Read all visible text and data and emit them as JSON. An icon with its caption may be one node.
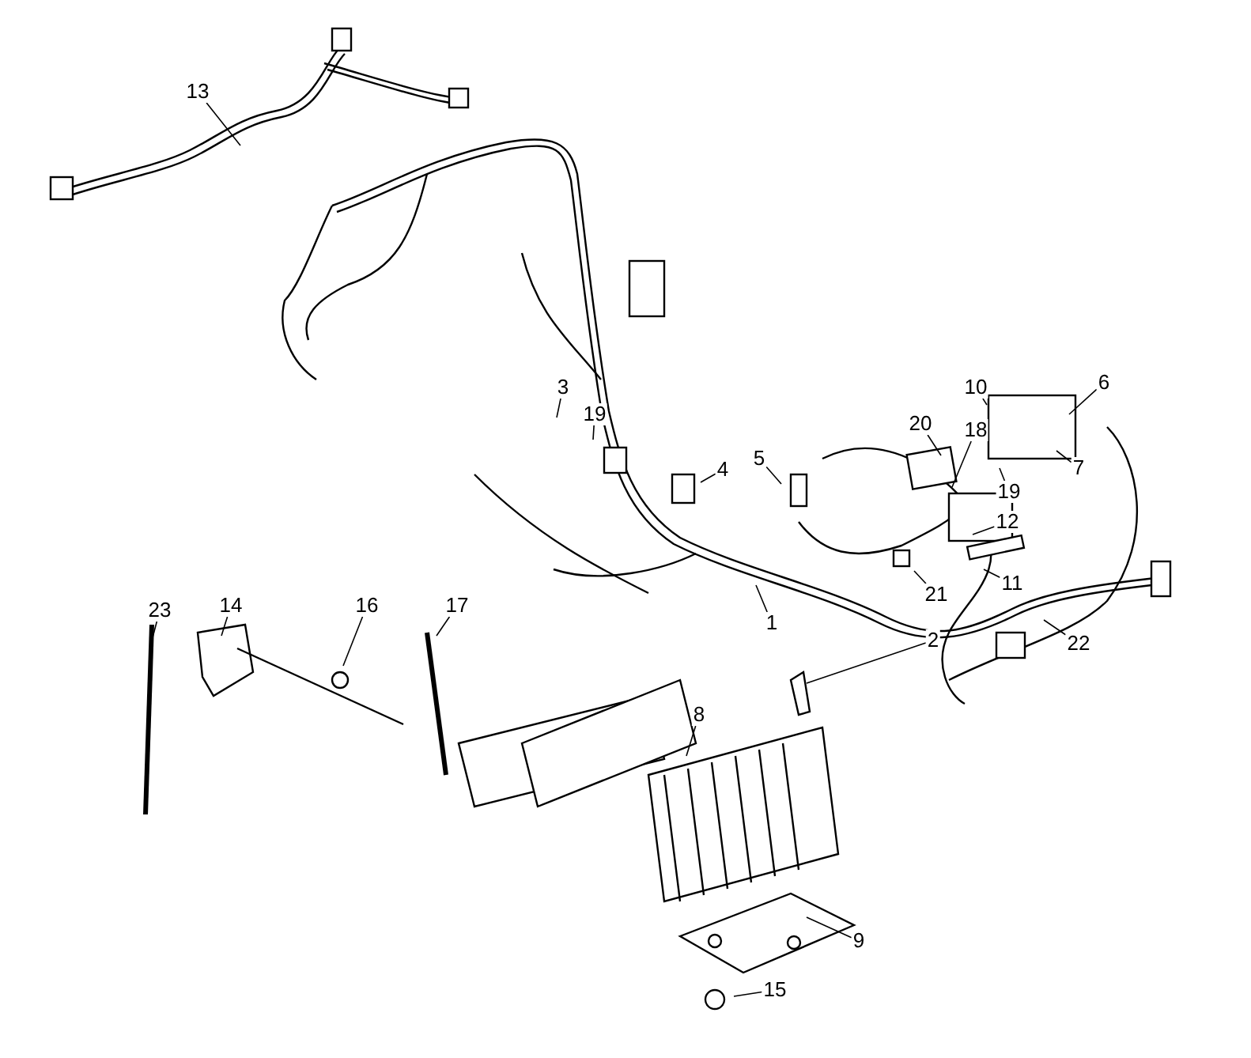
{
  "diagram": {
    "nodes": [
      {
        "text": [
          "13"
        ]
      },
      {
        "text": [
          "3"
        ]
      },
      {
        "text": [
          "19"
        ]
      },
      {
        "text": [
          "4"
        ]
      },
      {
        "text": [
          "5"
        ]
      },
      {
        "text": [
          "20"
        ]
      },
      {
        "text": [
          "18"
        ]
      },
      {
        "text": [
          "10"
        ]
      },
      {
        "text": [
          "6"
        ]
      },
      {
        "text": [
          "19"
        ]
      },
      {
        "text": [
          "7"
        ]
      },
      {
        "text": [
          "12"
        ]
      },
      {
        "text": [
          "21"
        ]
      },
      {
        "text": [
          "11"
        ]
      },
      {
        "text": [
          "22"
        ]
      },
      {
        "text": [
          "1"
        ]
      },
      {
        "text": [
          "2"
        ]
      },
      {
        "text": [
          "23"
        ]
      },
      {
        "text": [
          "14"
        ]
      },
      {
        "text": [
          "16"
        ]
      },
      {
        "text": [
          "17"
        ]
      },
      {
        "text": [
          "8"
        ]
      },
      {
        "text": [
          "9"
        ]
      },
      {
        "text": [
          "15"
        ]
      }
    ],
    "edges": [
      {
        "from": 0,
        "to": null,
        "arrow": "none"
      },
      {
        "from": 1,
        "to": null,
        "arrow": "none"
      },
      {
        "from": 2,
        "to": null,
        "arrow": "none"
      },
      {
        "from": 3,
        "to": null,
        "arrow": "none"
      },
      {
        "from": 4,
        "to": null,
        "arrow": "none"
      },
      {
        "from": 5,
        "to": null,
        "arrow": "none"
      },
      {
        "from": 6,
        "to": null,
        "arrow": "none"
      },
      {
        "from": 7,
        "to": null,
        "arrow": "none"
      },
      {
        "from": 8,
        "to": null,
        "arrow": "none"
      },
      {
        "from": 9,
        "to": null,
        "arrow": "none"
      },
      {
        "from": 10,
        "to": null,
        "arrow": "none"
      },
      {
        "from": 11,
        "to": null,
        "arrow": "none"
      },
      {
        "from": 12,
        "to": null,
        "arrow": "none"
      },
      {
        "from": 13,
        "to": null,
        "arrow": "none"
      },
      {
        "from": 14,
        "to": null,
        "arrow": "none"
      },
      {
        "from": 15,
        "to": null,
        "arrow": "none"
      },
      {
        "from": 16,
        "to": null,
        "arrow": "none"
      },
      {
        "from": 17,
        "to": null,
        "arrow": "none"
      },
      {
        "from": 18,
        "to": null,
        "arrow": "none"
      },
      {
        "from": 19,
        "to": null,
        "arrow": "none"
      },
      {
        "from": 20,
        "to": null,
        "arrow": "none"
      },
      {
        "from": 21,
        "to": null,
        "arrow": "none"
      },
      {
        "from": 22,
        "to": null,
        "arrow": "none"
      },
      {
        "from": 23,
        "to": null,
        "arrow": "none"
      }
    ]
  }
}
